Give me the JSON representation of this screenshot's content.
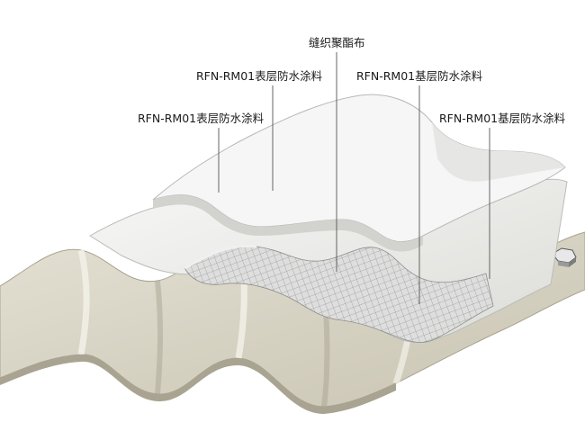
{
  "labels": {
    "fabric": "缝织聚酯布",
    "top_coat_upper": "RFN-RM01表层防水涂料",
    "top_coat_lower": "RFN-RM01表层防水涂料",
    "base_coat_upper": "RFN-RM01基层防水涂料",
    "base_coat_lower": "RFN-RM01基层防水涂料"
  },
  "colors": {
    "roof_sheet": "#d6d2c4",
    "roof_sheet_dark": "#b7b2a0",
    "base_coat": "#e4e4e0",
    "top_coat": "#f2f2f2",
    "mesh": "#c8c8c4",
    "leader_line": "#555555"
  }
}
